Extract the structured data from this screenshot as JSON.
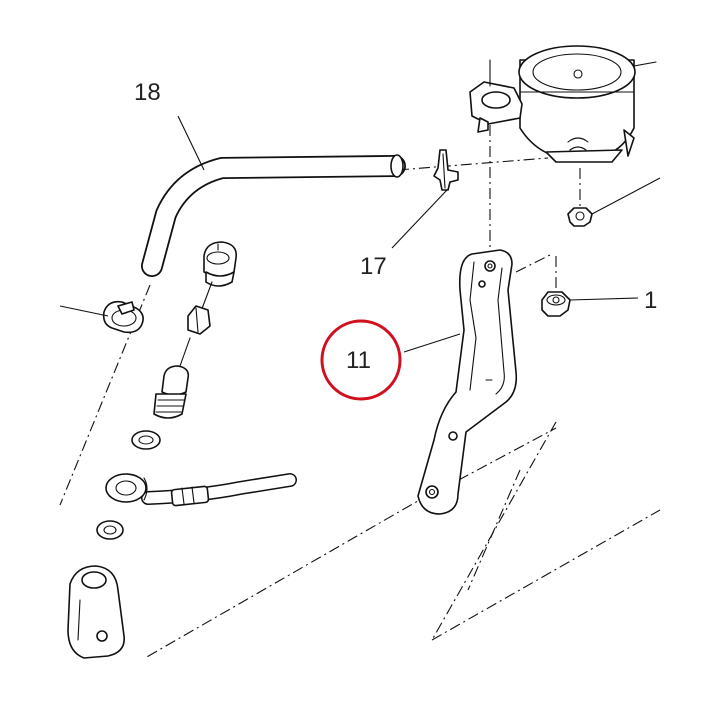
{
  "callouts": {
    "c18": "18",
    "c17": "17",
    "c11": "11",
    "c1": "1"
  },
  "highlight": {
    "target": "11",
    "color": "#d0101e"
  }
}
